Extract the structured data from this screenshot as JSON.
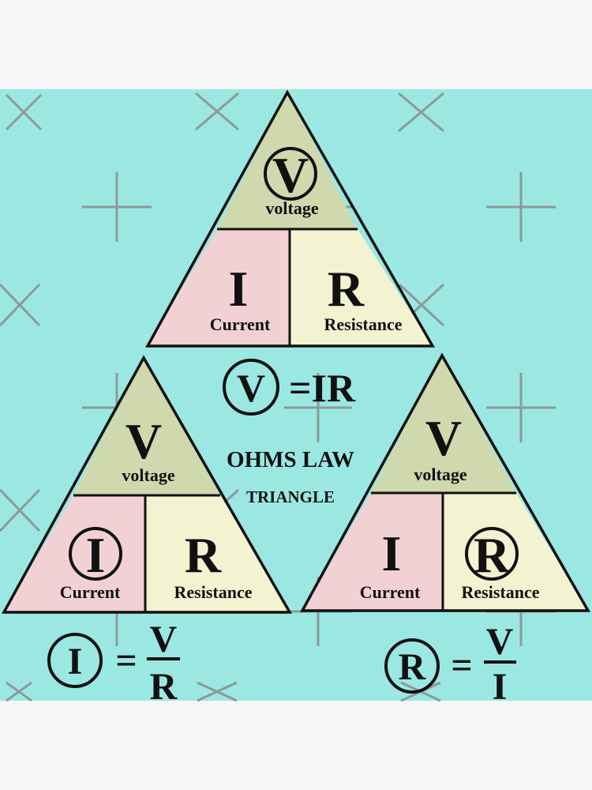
{
  "colors": {
    "background": "#9be8e2",
    "page": "#f6f6f6",
    "voltage_fill": "#cfd9ad",
    "current_fill": "#f1d1d4",
    "resistance_fill": "#f3f3d2",
    "ink": "#111111"
  },
  "heading": {
    "line1": "OHMS LAW",
    "line2": "TRIANGLE"
  },
  "triangles": [
    {
      "symbols": {
        "voltage": "V",
        "current": "I",
        "resistance": "R"
      },
      "labels": {
        "voltage": "voltage",
        "current": "Current",
        "resistance": "Resistance"
      },
      "circled": "voltage"
    },
    {
      "symbols": {
        "voltage": "V",
        "current": "I",
        "resistance": "R"
      },
      "labels": {
        "voltage": "voltage",
        "current": "Current",
        "resistance": "Resistance"
      },
      "circled": "current"
    },
    {
      "symbols": {
        "voltage": "V",
        "current": "I",
        "resistance": "R"
      },
      "labels": {
        "voltage": "voltage",
        "current": "Current",
        "resistance": "Resistance"
      },
      "circled": "resistance"
    }
  ],
  "formulas": {
    "voltage": {
      "lhs": "V",
      "rhs": "=IR"
    },
    "current": {
      "lhs": "I",
      "equals": "=",
      "numerator": "V",
      "denominator": "R"
    },
    "resistance": {
      "lhs": "R",
      "equals": "=",
      "numerator": "V",
      "denominator": "I"
    }
  },
  "decor": {
    "pattern": "plus-and-cross-marks"
  }
}
